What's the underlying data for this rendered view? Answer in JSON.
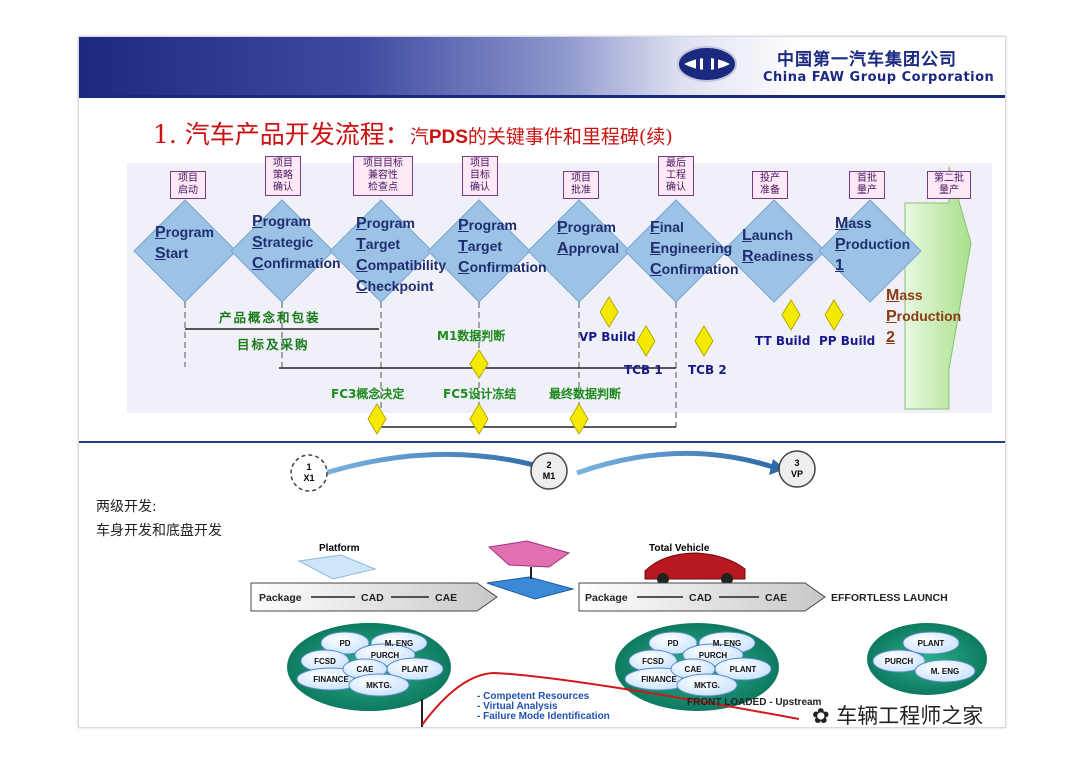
{
  "header": {
    "company_cn": "中国第一汽车集团公司",
    "company_en": "China  FAW  Group  Corporation",
    "brand_color": "#1b2a80"
  },
  "title": {
    "main": "1.  汽车产品开发流程：",
    "sub_prefix": "汽",
    "sub_bold": "PDS",
    "sub_suffix": "的关键事件和里程碑(续)"
  },
  "milestones": [
    {
      "cn": [
        "项目",
        "启动"
      ],
      "en": [
        "Program",
        "Start"
      ]
    },
    {
      "cn": [
        "项目",
        "策略",
        "确认"
      ],
      "en": [
        "Program",
        "Strategic",
        "Confirmation"
      ]
    },
    {
      "cn": [
        "项目目标",
        "兼容性",
        "检查点"
      ],
      "en": [
        "Program",
        "Target",
        "Compatibility",
        "Checkpoint"
      ]
    },
    {
      "cn": [
        "项目",
        "目标",
        "确认"
      ],
      "en": [
        "Program",
        "Target",
        "Confirmation"
      ]
    },
    {
      "cn": [
        "项目",
        "批准"
      ],
      "en": [
        "Program",
        "Approval"
      ]
    },
    {
      "cn": [
        "最后",
        "工程",
        "确认"
      ],
      "en": [
        "Final",
        "Engineering",
        "Confirmation"
      ]
    },
    {
      "cn": [
        "投产",
        "准备"
      ],
      "en": [
        "Launch",
        "Readiness"
      ]
    },
    {
      "cn": [
        "首批",
        "量产"
      ],
      "en": [
        "Mass",
        "Production",
        "1"
      ]
    },
    {
      "cn": [
        "第二批",
        "量产"
      ],
      "en": [
        "Mass",
        "Production",
        "2"
      ]
    }
  ],
  "annotations": {
    "concept_pkg": "产品概念和包装",
    "target_purchase": "目标及采购",
    "m1": "M1数据判断",
    "vp_build": "VP Build",
    "tcb1": "TCB 1",
    "tcb2": "TCB 2",
    "tt_build": "TT Build",
    "pp_build": "PP Build",
    "fc3": "FC3概念决定",
    "fc5": "FC5设计冻结",
    "final_data": "最终数据判断"
  },
  "lower": {
    "two_level_1": "两级开发:",
    "two_level_2": "车身开发和底盘开发",
    "m_badges": [
      {
        "n": "1",
        "t": "X1"
      },
      {
        "n": "2",
        "t": "M1"
      },
      {
        "n": "3",
        "t": "VP"
      }
    ],
    "platform": "Platform",
    "total_vehicle": "Total Vehicle",
    "flow": [
      "Package",
      "CAD",
      "CAE"
    ],
    "effortless": "EFFORTLESS LAUNCH",
    "circle_full": [
      "PD",
      "M. ENG",
      "FCSD",
      "PURCH",
      "FINANCE",
      "CAE",
      "PLANT",
      "MKTG."
    ],
    "circle_small": [
      "PLANT",
      "PURCH",
      "M. ENG"
    ],
    "bullets": [
      "- Competent Resources",
      "- Virtual Analysis",
      "- Failure Mode Identification"
    ],
    "front_loaded": "FRONT LOADED - Upstream"
  },
  "watermark": "车辆工程师之家",
  "colors": {
    "diamond": "#9cc2e6",
    "milestone_yellow": "#f4ea00",
    "green_circle": "#1a9a78",
    "title_red": "#cc1010"
  }
}
